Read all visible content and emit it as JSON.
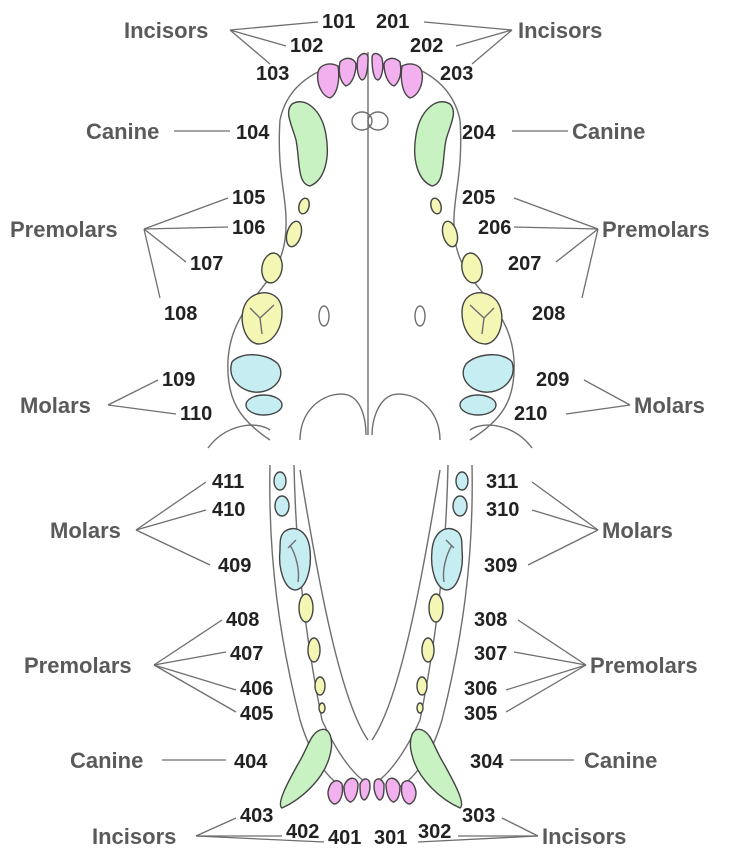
{
  "colors": {
    "incisor": "#f3b0ef",
    "canine": "#c8f2c2",
    "premolar": "#f4f7b4",
    "molar": "#c6eef2",
    "outline": "#6e6e6e",
    "number": "#222222",
    "label": "#5a5a5a"
  },
  "groups": {
    "incisors_ul": "Incisors",
    "incisors_ur": "Incisors",
    "canine_ul": "Canine",
    "canine_ur": "Canine",
    "premolars_ul": "Premolars",
    "premolars_ur": "Premolars",
    "molars_ul": "Molars",
    "molars_ur": "Molars",
    "molars_ll": "Molars",
    "molars_lr": "Molars",
    "premolars_ll": "Premolars",
    "premolars_lr": "Premolars",
    "canine_ll": "Canine",
    "canine_lr": "Canine",
    "incisors_ll": "Incisors",
    "incisors_lr": "Incisors"
  },
  "teeth": {
    "t101": "101",
    "t102": "102",
    "t103": "103",
    "t104": "104",
    "t105": "105",
    "t106": "106",
    "t107": "107",
    "t108": "108",
    "t109": "109",
    "t110": "110",
    "t201": "201",
    "t202": "202",
    "t203": "203",
    "t204": "204",
    "t205": "205",
    "t206": "206",
    "t207": "207",
    "t208": "208",
    "t209": "209",
    "t210": "210",
    "t301": "301",
    "t302": "302",
    "t303": "303",
    "t304": "304",
    "t305": "305",
    "t306": "306",
    "t307": "307",
    "t308": "308",
    "t309": "309",
    "t310": "310",
    "t311": "311",
    "t401": "401",
    "t402": "402",
    "t403": "403",
    "t404": "404",
    "t405": "405",
    "t406": "406",
    "t407": "407",
    "t408": "408",
    "t409": "409",
    "t410": "410",
    "t411": "411"
  }
}
